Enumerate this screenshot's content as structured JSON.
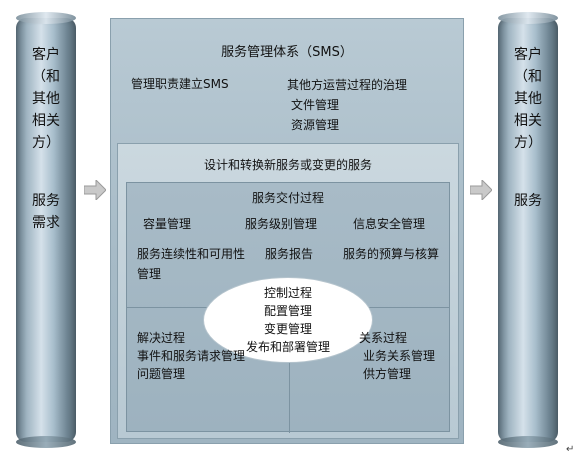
{
  "left_cylinder": {
    "top_text": "客户\n（和\n其他\n相关\n方）",
    "bottom_text": "服务\n需求"
  },
  "right_cylinder": {
    "top_text": "客户\n（和\n其他\n相关\n方）",
    "bottom_text": "服务"
  },
  "sms": {
    "title": "服务管理体系（SMS）",
    "left_item": "管理职责建立SMS",
    "right_items": [
      "其他方运营过程的治理",
      "文件管理",
      "资源管理"
    ]
  },
  "design": {
    "title": "设计和转换新服务或变更的服务"
  },
  "delivery": {
    "title": "服务交付过程",
    "row1": [
      "容量管理",
      "服务级别管理",
      "信息安全管理"
    ],
    "row2": {
      "left_line1": "服务连续性和可用性",
      "left_line2": "管理",
      "center": "服务报告",
      "right": "服务的预算与核算"
    }
  },
  "control": {
    "items": [
      "控制过程",
      "配置管理",
      "变更管理",
      "发布和部署管理"
    ]
  },
  "resolution": {
    "title": "解决过程",
    "items": [
      "事件和服务请求管理",
      "问题管理"
    ]
  },
  "relationship": {
    "title": "关系过程",
    "items": [
      "业务关系管理",
      "供方管理"
    ]
  },
  "corner_mark": "↵"
}
